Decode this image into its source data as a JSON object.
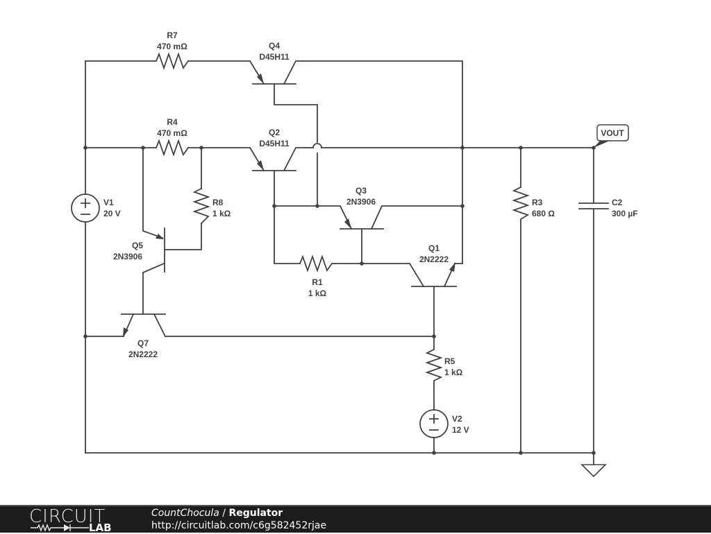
{
  "schematic": {
    "components": {
      "R7": {
        "ref": "R7",
        "value": "470 mΩ"
      },
      "R4": {
        "ref": "R4",
        "value": "470 mΩ"
      },
      "R8": {
        "ref": "R8",
        "value": "1 kΩ"
      },
      "R1": {
        "ref": "R1",
        "value": "1 kΩ"
      },
      "R3": {
        "ref": "R3",
        "value": "680 Ω"
      },
      "R5": {
        "ref": "R5",
        "value": "1 kΩ"
      },
      "C2": {
        "ref": "C2",
        "value": "300 µF"
      },
      "V1": {
        "ref": "V1",
        "value": "20 V"
      },
      "V2": {
        "ref": "V2",
        "value": "12 V"
      },
      "Q1": {
        "ref": "Q1",
        "value": "2N2222"
      },
      "Q2": {
        "ref": "Q2",
        "value": "D45H11"
      },
      "Q3": {
        "ref": "Q3",
        "value": "2N3906"
      },
      "Q4": {
        "ref": "Q4",
        "value": "D45H11"
      },
      "Q5": {
        "ref": "Q5",
        "value": "2N3906"
      },
      "Q7": {
        "ref": "Q7",
        "value": "2N2222"
      }
    },
    "net_label": "VOUT",
    "ground_symbol": "ground-icon"
  },
  "footer": {
    "logo_top": "CIRCUIT",
    "logo_bottom": "LAB",
    "user": "CountChocula",
    "separator": " / ",
    "circuit_name": "Regulator",
    "url": "http://circuitlab.com/c6g582452rjae"
  }
}
